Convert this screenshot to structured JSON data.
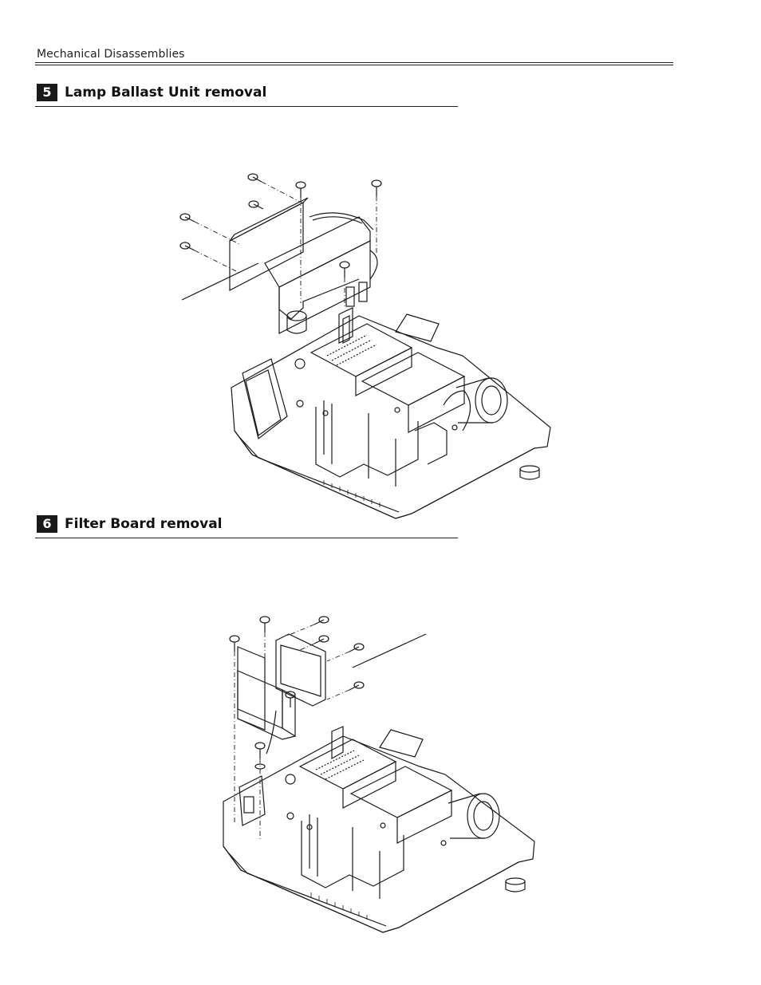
{
  "page": {
    "running_header": "Mechanical Disassemblies"
  },
  "sections": [
    {
      "number": "5",
      "title": "Lamp Ballast Unit removal"
    },
    {
      "number": "6",
      "title": "Filter Board removal"
    }
  ],
  "colors": {
    "ink": "#1a1a1a",
    "paper": "#ffffff"
  }
}
